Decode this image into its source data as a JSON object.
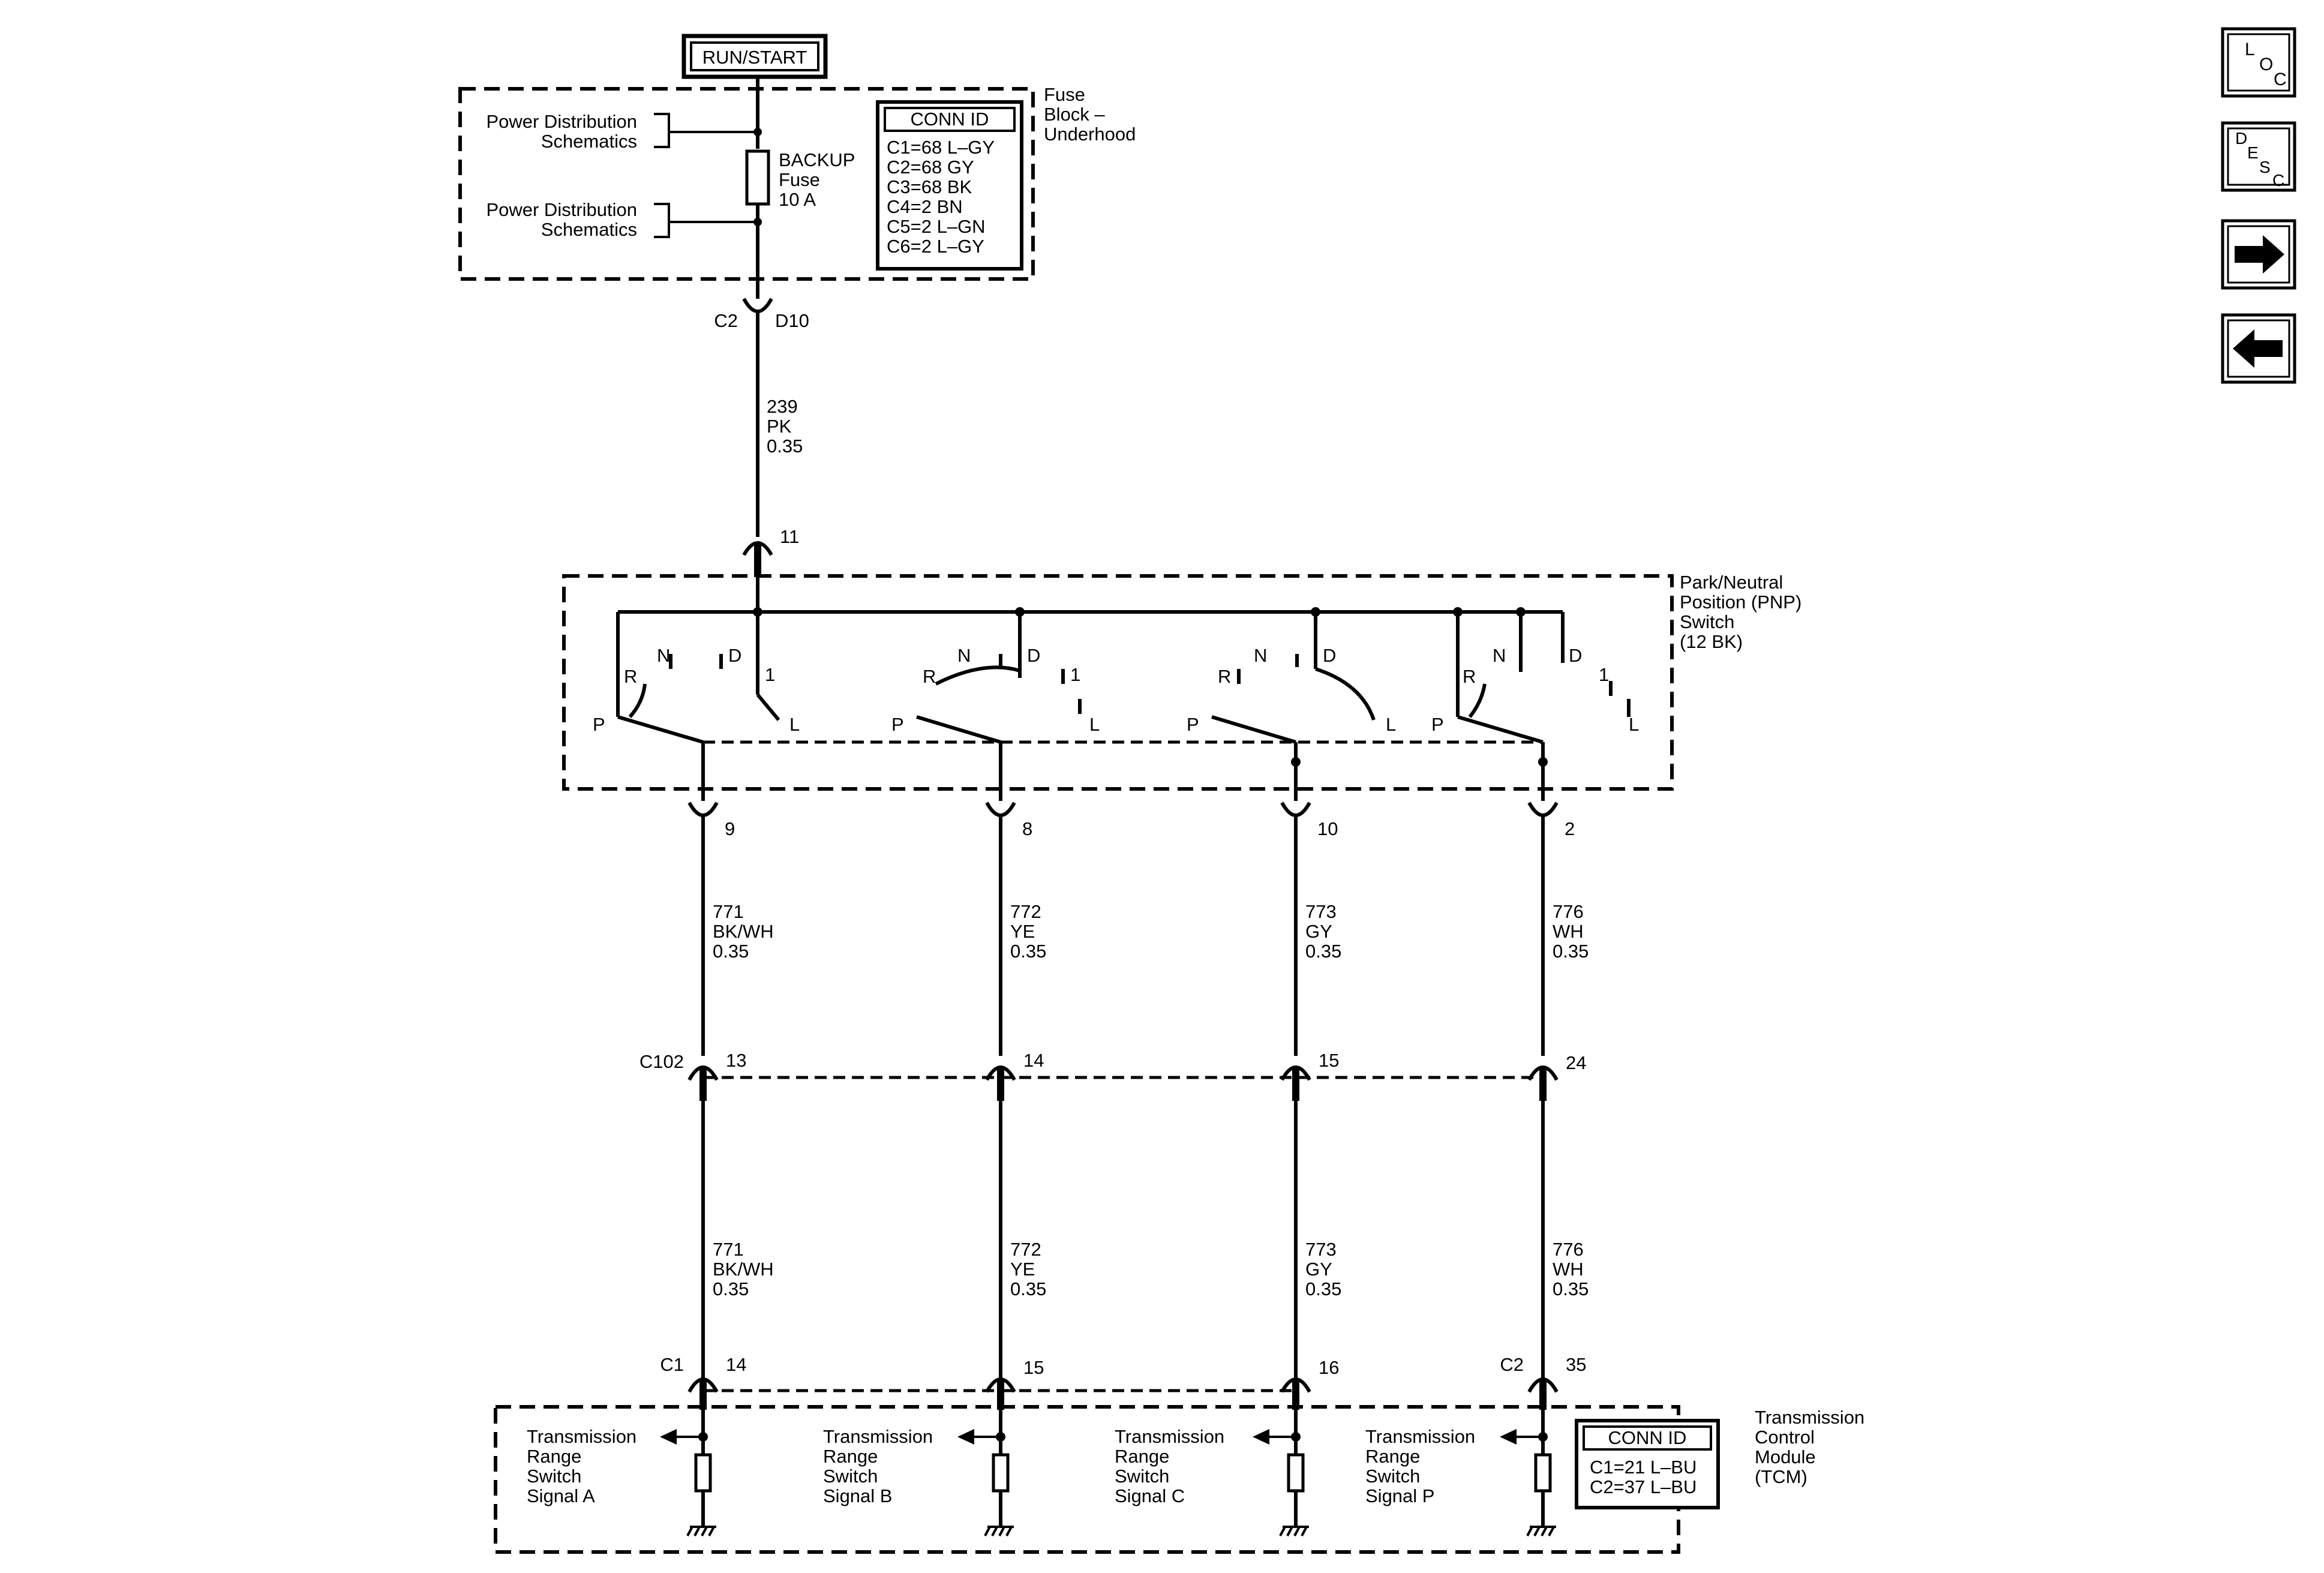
{
  "power": {
    "source": "RUN/START"
  },
  "fuse_block": {
    "title_lines": [
      "Fuse",
      "Block –",
      "Underhood"
    ],
    "refs": [
      {
        "line1": "Power Distribution",
        "line2": "Schematics"
      },
      {
        "line1": "Power Distribution",
        "line2": "Schematics"
      }
    ],
    "fuse": {
      "line1": "BACKUP",
      "line2": "Fuse",
      "line3": "10 A"
    },
    "conn": {
      "header": "CONN ID",
      "entries": [
        "C1=68 L–GY",
        "C2=68 GY",
        "C3=68 BK",
        "C4=2 BN",
        "C5=2 L–GN",
        "C6=2 L–GY"
      ]
    },
    "out_connector": "C2",
    "out_pin": "D10"
  },
  "feed_wire": {
    "circuit": "239",
    "color": "PK",
    "gauge": "0.35"
  },
  "pnp": {
    "title_lines": [
      "Park/Neutral",
      "Position (PNP)",
      "Switch",
      "(12 BK)"
    ],
    "in_pin": "11",
    "labels": {
      "p": "P",
      "r": "R",
      "n": "N",
      "d": "D",
      "one": "1",
      "l": "L"
    },
    "out_pins": [
      "9",
      "8",
      "10",
      "2"
    ]
  },
  "upper_wires": [
    {
      "circuit": "771",
      "color": "BK/WH",
      "gauge": "0.35"
    },
    {
      "circuit": "772",
      "color": "YE",
      "gauge": "0.35"
    },
    {
      "circuit": "773",
      "color": "GY",
      "gauge": "0.35"
    },
    {
      "circuit": "776",
      "color": "WH",
      "gauge": "0.35"
    }
  ],
  "c102": {
    "name": "C102",
    "pins": [
      "13",
      "14",
      "15",
      "24"
    ]
  },
  "lower_wires": [
    {
      "circuit": "771",
      "color": "BK/WH",
      "gauge": "0.35"
    },
    {
      "circuit": "772",
      "color": "YE",
      "gauge": "0.35"
    },
    {
      "circuit": "773",
      "color": "GY",
      "gauge": "0.35"
    },
    {
      "circuit": "776",
      "color": "WH",
      "gauge": "0.35"
    }
  ],
  "tcm": {
    "title_lines": [
      "Transmission",
      "Control",
      "Module",
      "(TCM)"
    ],
    "connector_c1": "C1",
    "connector_c2": "C2",
    "pins": [
      "14",
      "15",
      "16",
      "35"
    ],
    "signals": [
      [
        "Transmission",
        "Range",
        "Switch",
        "Signal A"
      ],
      [
        "Transmission",
        "Range",
        "Switch",
        "Signal B"
      ],
      [
        "Transmission",
        "Range",
        "Switch",
        "Signal C"
      ],
      [
        "Transmission",
        "Range",
        "Switch",
        "Signal P"
      ]
    ],
    "conn": {
      "header": "CONN ID",
      "entries": [
        "C1=21 L–BU",
        "C2=37 L–BU"
      ]
    }
  },
  "nav": {
    "loc": {
      "a": "L",
      "b": "O",
      "c": "C"
    },
    "desc": {
      "a": "D",
      "b": "E",
      "c": "S",
      "d": "C"
    },
    "icons": [
      "arrow-right-icon",
      "arrow-left-icon"
    ]
  }
}
